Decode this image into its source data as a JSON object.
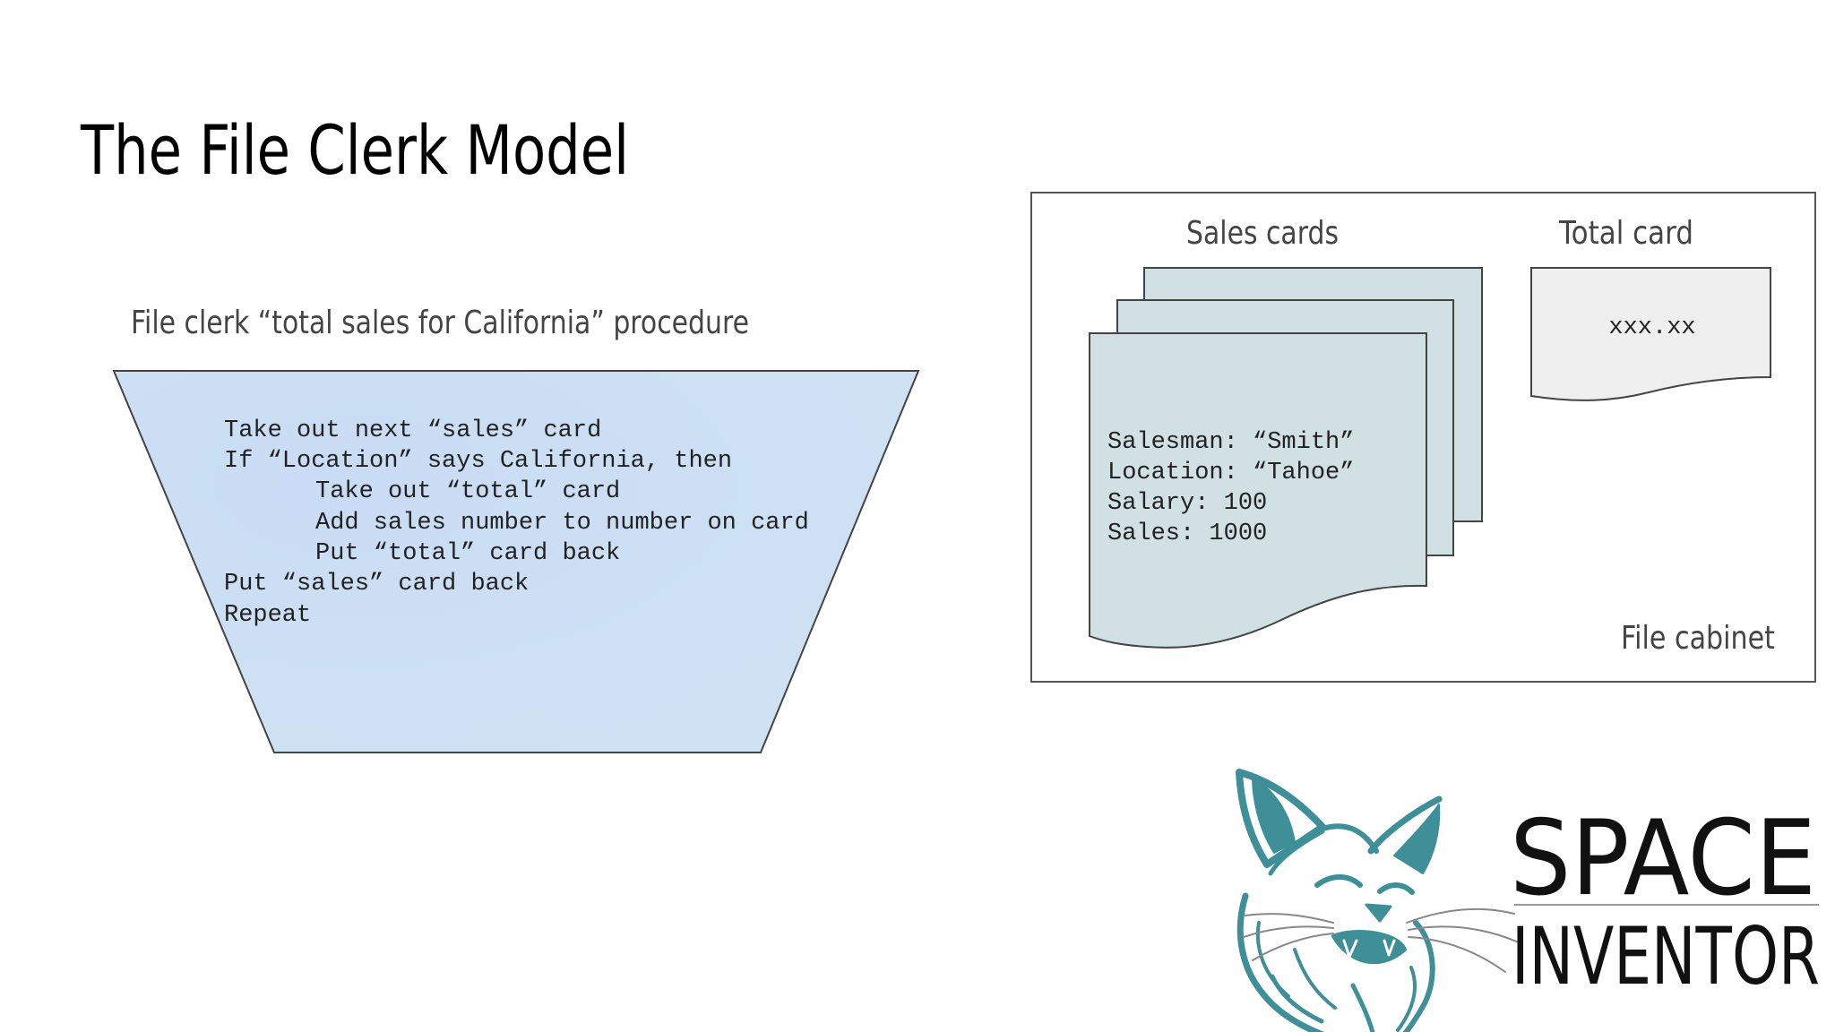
{
  "slide": {
    "title": "The File Clerk Model",
    "procedure_heading": "File clerk “total sales for California” procedure",
    "procedure_lines": [
      "Take out next “sales” card",
      "If “Location” says California, then",
      "Take out “total” card",
      "Add sales number to number on card",
      "Put “total” card back",
      "Put “sales” card back",
      "Repeat"
    ]
  },
  "cabinet": {
    "sales_cards_label": "Sales cards",
    "total_card_label": "Total card",
    "total_value": "xxx.xx",
    "card_fields": [
      "Salesman: “Smith”",
      "Location: “Tahoe”",
      "Salary: 100",
      "Sales: 1000"
    ],
    "cabinet_label": "File cabinet"
  },
  "logo": {
    "line1": "SPACE",
    "line2": "INVENTOR"
  },
  "colors": {
    "funnel_fill": "#cfe2f3",
    "sales_card_fill": "#d0e0e3",
    "total_card_fill": "#efeff0",
    "logo_teal": "#3f8f98",
    "text_gray": "#444444"
  }
}
